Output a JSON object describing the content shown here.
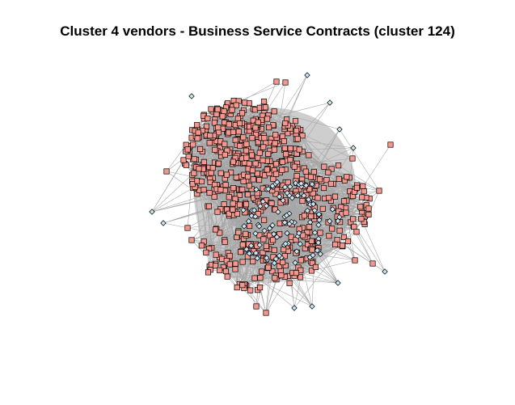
{
  "title": "Cluster 4 vendors - Business Service Contracts (cluster 124)",
  "colors": {
    "background": "#ffffff",
    "edge": "#a6a6a6",
    "vendor_square_fill": "#f4978e",
    "contract_diamond_fill": "#c9e4f2",
    "node_outline": "#000000"
  },
  "legend": null,
  "node_types": [
    {
      "shape": "square",
      "color": "#f4978e"
    },
    {
      "shape": "diamond",
      "color": "#c9e4f2"
    }
  ]
}
